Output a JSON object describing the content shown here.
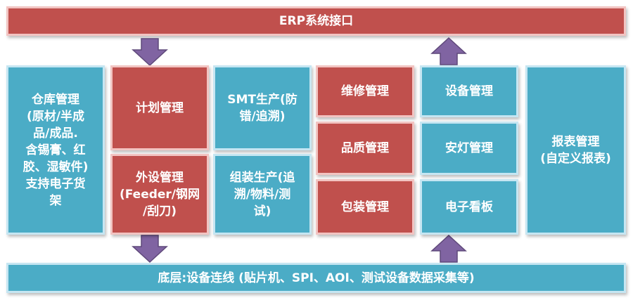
{
  "colors": {
    "red": "#c0504d",
    "blue": "#4bacc6",
    "arrow": "#8064a2"
  },
  "top_bar": {
    "label": "ERP系统接口"
  },
  "bottom_bar": {
    "label": "底层:设备连线 (贴片机、SPI、AOI、测试设备数据采集等)"
  },
  "modules": {
    "warehouse": "仓库管理\n(原材/半成\n品/成品.\n含锡膏、红\n胶、湿敏件)\n支持电子货\n架",
    "planning": "计划管理",
    "peripheral": "外设管理\n(Feeder/钢网\n/刮刀)",
    "smt": "SMT生产(防\n错/追溯)",
    "assembly": "组装生产(追\n溯/物料/测\n试)",
    "maintenance": "维修管理",
    "quality": "品质管理",
    "packaging": "包装管理",
    "equipment": "设备管理",
    "andon": "安灯管理",
    "kanban": "电子看板",
    "report": "报表管理\n(自定义报表)"
  },
  "arrows": [
    {
      "name": "arrow-down-from-erp",
      "direction": "down"
    },
    {
      "name": "arrow-up-to-erp",
      "direction": "up"
    },
    {
      "name": "arrow-down-to-devices",
      "direction": "down"
    },
    {
      "name": "arrow-up-from-devices",
      "direction": "up"
    }
  ]
}
